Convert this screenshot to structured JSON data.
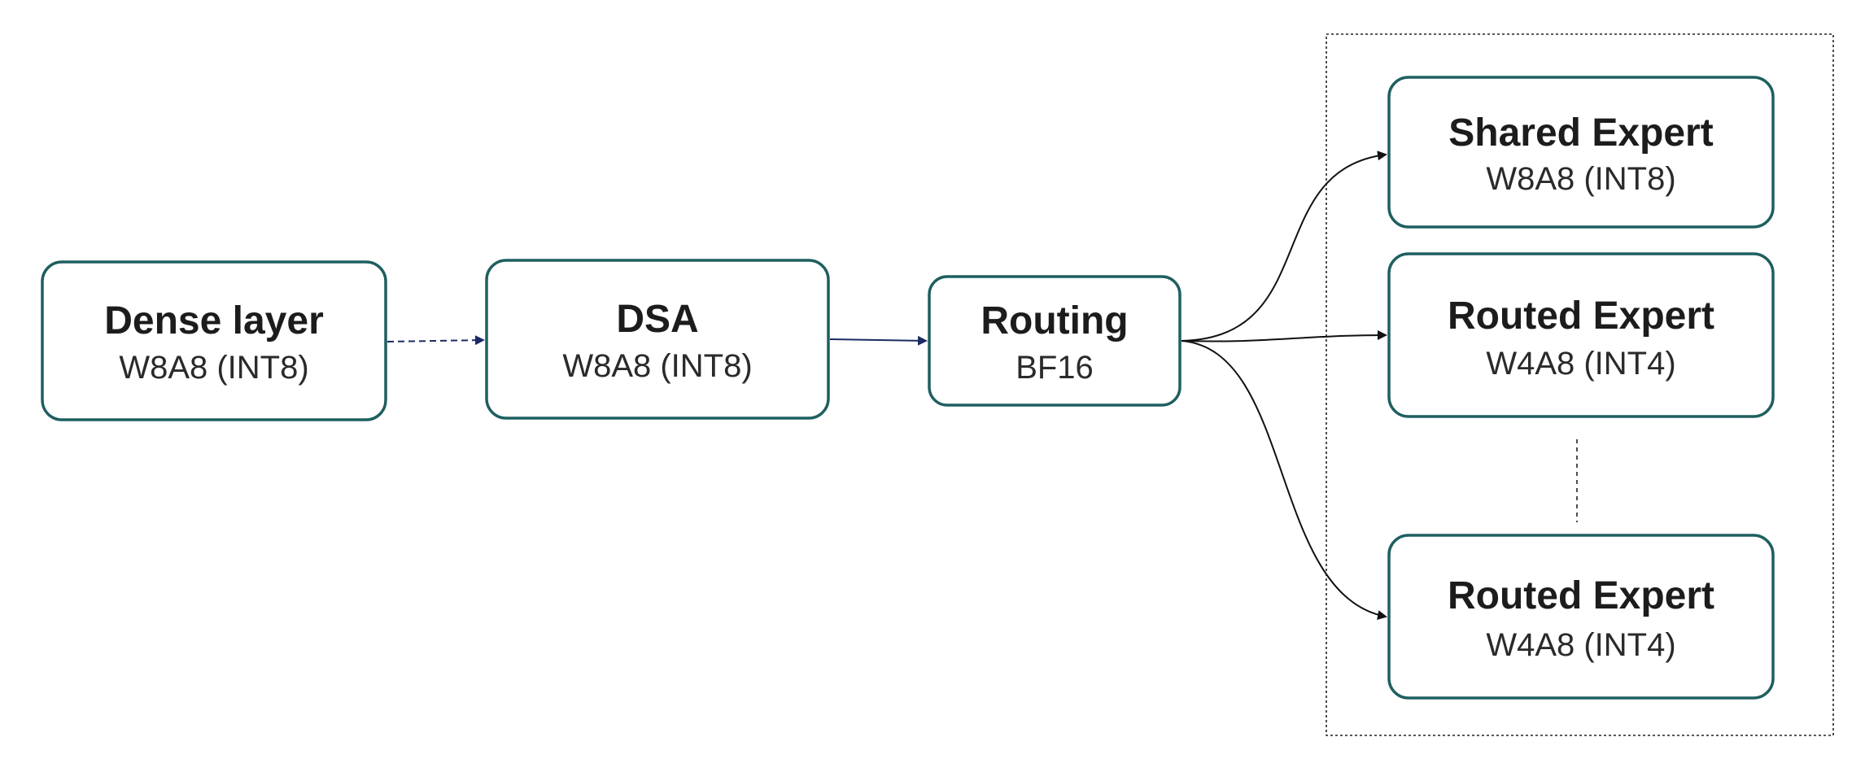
{
  "colors": {
    "box_border": "#1f5f60",
    "arrow_navy": "#1b2a63",
    "arrow_black": "#111111",
    "group_border": "#222222",
    "text": "#1c1c1c"
  },
  "nodes": {
    "dense": {
      "title": "Dense layer",
      "subtitle": "W8A8 (INT8)"
    },
    "dsa": {
      "title": "DSA",
      "subtitle": "W8A8 (INT8)"
    },
    "routing": {
      "title": "Routing",
      "subtitle": "BF16"
    },
    "shared_expert": {
      "title": "Shared Expert",
      "subtitle": "W8A8 (INT8)"
    },
    "routed_expert_1": {
      "title": "Routed Expert",
      "subtitle": "W4A8 (INT4)"
    },
    "routed_expert_2": {
      "title": "Routed Expert",
      "subtitle": "W4A8 (INT4)"
    }
  },
  "edges": [
    {
      "from": "Dense layer",
      "to": "DSA",
      "style": "dashed"
    },
    {
      "from": "DSA",
      "to": "Routing",
      "style": "solid"
    },
    {
      "from": "Routing",
      "to": "Shared Expert",
      "style": "curved"
    },
    {
      "from": "Routing",
      "to": "Routed Expert",
      "style": "solid"
    },
    {
      "from": "Routing",
      "to": "Routed Expert",
      "style": "curved"
    }
  ]
}
